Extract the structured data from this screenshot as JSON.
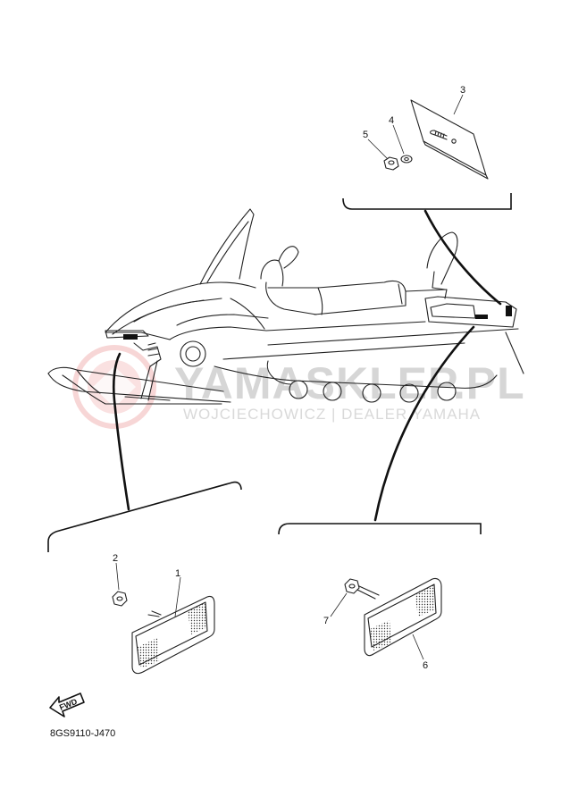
{
  "watermark": {
    "brand": "YAMASKLEP.PL",
    "tagline": "WOJCIECHOWICZ | DEALER YAMAHA"
  },
  "callouts": {
    "part_1": "1",
    "part_2": "2",
    "part_3": "3",
    "part_4": "4",
    "part_5": "5",
    "part_6": "6",
    "part_7": "7"
  },
  "fwd_label": "FWD",
  "diagram_code": "8GS9110-J470",
  "colors": {
    "line": "#222222",
    "watermark_red": "#f2b5b5",
    "watermark_grey": "#d6d6d6"
  }
}
